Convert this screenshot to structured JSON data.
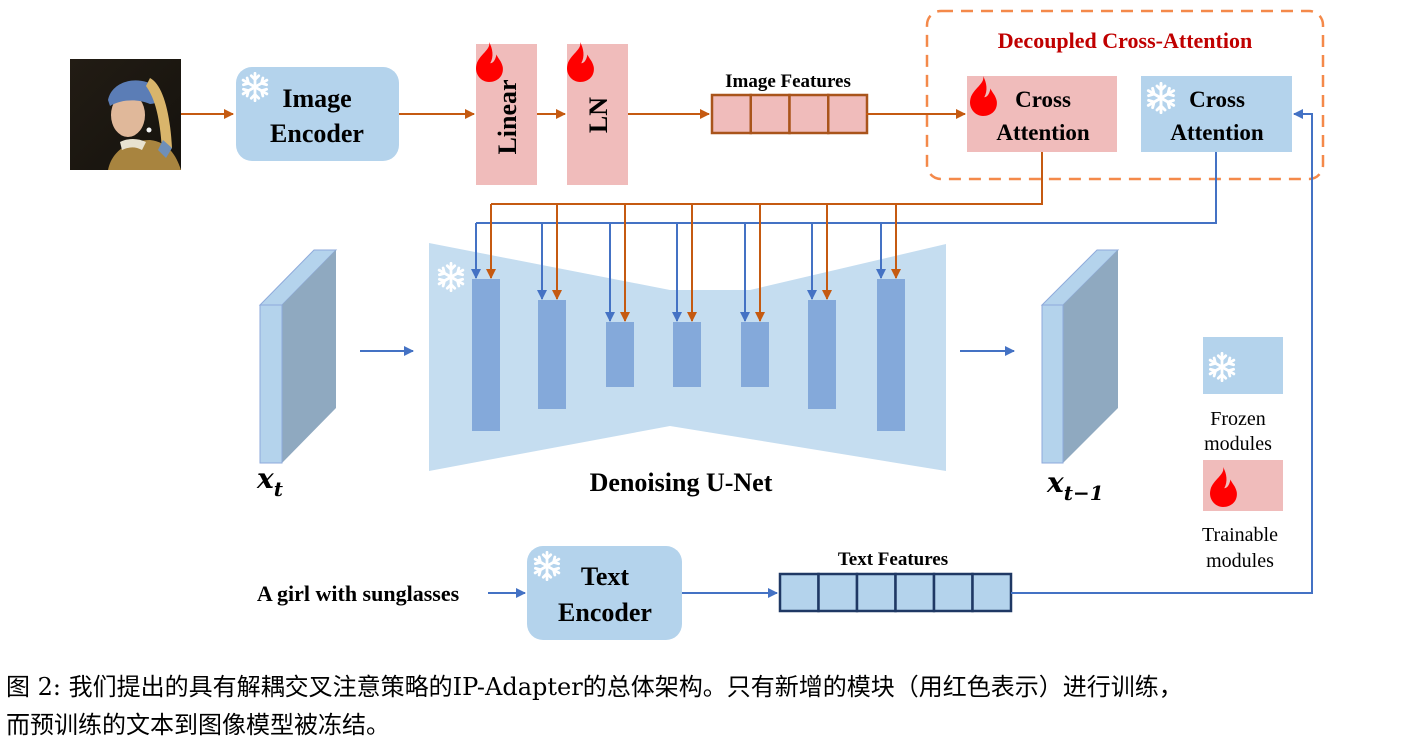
{
  "figure": {
    "input_image": {
      "description": "Girl with a Pearl Earring portrait"
    },
    "image_encoder": {
      "line1": "Image",
      "line2": "Encoder",
      "status": "frozen"
    },
    "linear": {
      "label": "Linear",
      "status": "trainable"
    },
    "ln": {
      "label": "LN",
      "status": "trainable"
    },
    "image_features": {
      "label": "Image Features",
      "cells": 4
    },
    "decoupled": {
      "title": "Decoupled Cross-Attention",
      "trainable_block": {
        "line1": "Cross",
        "line2": "Attention",
        "status": "trainable"
      },
      "frozen_block": {
        "line1": "Cross",
        "line2": "Attention",
        "status": "frozen"
      }
    },
    "unet": {
      "label": "Denoising U-Net",
      "status": "frozen",
      "blocks": 7
    },
    "xt": {
      "base": "x",
      "sub": "t"
    },
    "xt1": {
      "base": "x",
      "sub": "t−1"
    },
    "prompt": {
      "text": "A girl with sunglasses"
    },
    "text_encoder": {
      "line1": "Text",
      "line2": "Encoder",
      "status": "frozen"
    },
    "text_features": {
      "label": "Text Features",
      "cells": 6
    },
    "legend": {
      "frozen": {
        "line1": "Frozen",
        "line2": "modules"
      },
      "trainable": {
        "line1": "Trainable",
        "line2": "modules"
      }
    },
    "colors": {
      "frozen_fill": "#b4d3ec",
      "trainable_fill": "#f0bcbb",
      "image_path": "#c55a11",
      "text_path": "#4472c4",
      "dashed_border": "#f4894a",
      "title_red": "#c00000",
      "flame": "#ff0000",
      "unet_bg": "#c5ddf0",
      "unet_block": "#84a9da"
    }
  },
  "caption": {
    "line1": "图 2: 我们提出的具有解耦交叉注意策略的IP-Adapter的总体架构。只有新增的模块（用红色表示）进行训练，",
    "line2": "而预训练的文本到图像模型被冻结。"
  }
}
